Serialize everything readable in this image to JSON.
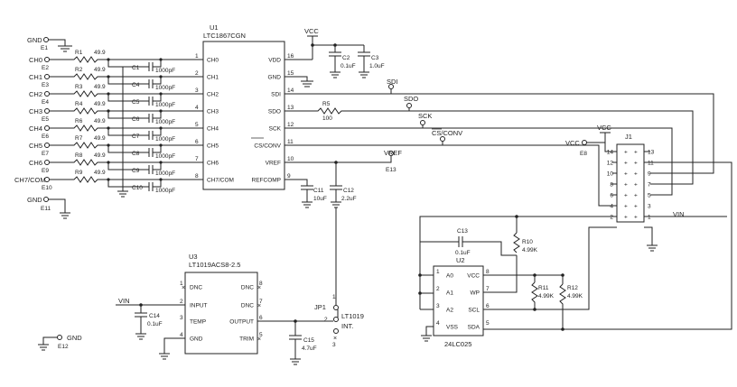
{
  "u1": {
    "ref": "U1",
    "part": "LTC1867CGN",
    "left_pins": [
      {
        "name": "CH0",
        "num": "1"
      },
      {
        "name": "CH1",
        "num": "2"
      },
      {
        "name": "CH2",
        "num": "3"
      },
      {
        "name": "CH3",
        "num": "4"
      },
      {
        "name": "CH4",
        "num": "5"
      },
      {
        "name": "CH5",
        "num": "6"
      },
      {
        "name": "CH6",
        "num": "7"
      },
      {
        "name": "CH7/COM",
        "num": "8"
      }
    ],
    "right_pins": [
      {
        "name": "VDD",
        "num": "16"
      },
      {
        "name": "GND",
        "num": "15"
      },
      {
        "name": "SDI",
        "num": "14"
      },
      {
        "name": "SDO",
        "num": "13"
      },
      {
        "name": "SCK",
        "num": "12"
      },
      {
        "name": "CS/CONV",
        "num": "11"
      },
      {
        "name": "VREF",
        "num": "10"
      },
      {
        "name": "REFCOMP",
        "num": "9"
      }
    ]
  },
  "inputs": [
    {
      "net": "CH0",
      "terminal": "E2",
      "res": "R1",
      "val": "49.9",
      "cap": "C1"
    },
    {
      "net": "CH1",
      "terminal": "E3",
      "res": "R2",
      "val": "49.9",
      "cap": "C4"
    },
    {
      "net": "CH2",
      "terminal": "E4",
      "res": "R3",
      "val": "49.9",
      "cap": "C5"
    },
    {
      "net": "CH3",
      "terminal": "E5",
      "res": "R4",
      "val": "49.9",
      "cap": "C6"
    },
    {
      "net": "CH4",
      "terminal": "E6",
      "res": "R6",
      "val": "49.9",
      "cap": "C7"
    },
    {
      "net": "CH5",
      "terminal": "E7",
      "res": "R7",
      "val": "49.9",
      "cap": "C8"
    },
    {
      "net": "CH6",
      "terminal": "E9",
      "res": "R8",
      "val": "49.9",
      "cap": "C9"
    },
    {
      "net": "CH7/COM",
      "terminal": "E10",
      "res": "R9",
      "val": "49.9",
      "cap": "C10"
    }
  ],
  "cap_value": "1000pF",
  "gnd_terminals": [
    {
      "label": "GND",
      "ref": "E1"
    },
    {
      "label": "GND",
      "ref": "E11"
    },
    {
      "label": "GND",
      "ref": "E12"
    }
  ],
  "vcc": "VCC",
  "c2": {
    "ref": "C2",
    "val": "0.1uF"
  },
  "c3": {
    "ref": "C3",
    "val": "1.0uF"
  },
  "r5": {
    "ref": "R5",
    "val": "100"
  },
  "c11": {
    "ref": "C11",
    "val": "10uF"
  },
  "c12": {
    "ref": "C12",
    "val": "2.2uF"
  },
  "nets": {
    "sdi": "SDI",
    "sdo": "SDO",
    "sck": "SCK",
    "cs": "CS/CONV",
    "vref": "VREF",
    "vref_term": "E13",
    "vin": "VIN"
  },
  "vcc_term": {
    "label": "VCC",
    "ref": "E8"
  },
  "j1": {
    "ref": "J1",
    "left_nums": [
      "14",
      "12",
      "10",
      "8",
      "6",
      "4",
      "2"
    ],
    "right_nums": [
      "13",
      "11",
      "9",
      "7",
      "5",
      "3",
      "1"
    ]
  },
  "u2": {
    "ref": "U2",
    "part": "24LC025",
    "left_pins": [
      {
        "name": "A0",
        "num": "1"
      },
      {
        "name": "A1",
        "num": "2"
      },
      {
        "name": "A2",
        "num": "3"
      },
      {
        "name": "VSS",
        "num": "4"
      }
    ],
    "right_pins": [
      {
        "name": "VCC",
        "num": "8"
      },
      {
        "name": "WP",
        "num": "7"
      },
      {
        "name": "SCL",
        "num": "6"
      },
      {
        "name": "SDA",
        "num": "5"
      }
    ]
  },
  "c13": {
    "ref": "C13",
    "val": "0.1uF"
  },
  "r10": {
    "ref": "R10",
    "val": "4.99K"
  },
  "r11": {
    "ref": "R11",
    "val": "4.99K"
  },
  "r12": {
    "ref": "R12",
    "val": "4.99K"
  },
  "u3": {
    "ref": "U3",
    "part": "LT1019ACS8-2.5",
    "left_pins": [
      {
        "name": "DNC",
        "num": "1"
      },
      {
        "name": "INPUT",
        "num": "2"
      },
      {
        "name": "TEMP",
        "num": "3"
      },
      {
        "name": "GND",
        "num": "4"
      }
    ],
    "right_pins": [
      {
        "name": "DNC",
        "num": "8"
      },
      {
        "name": "DNC",
        "num": "7"
      },
      {
        "name": "OUTPUT",
        "num": "6"
      },
      {
        "name": "TRIM",
        "num": "5"
      }
    ]
  },
  "c14": {
    "ref": "C14",
    "val": "0.1uF"
  },
  "c15": {
    "ref": "C15",
    "val": "4.7uF"
  },
  "jp1": {
    "ref": "JP1",
    "label": "LT1019",
    "label2": "INT.",
    "pin_left": "2",
    "pin_top": "1",
    "pin_bottom": "3"
  }
}
